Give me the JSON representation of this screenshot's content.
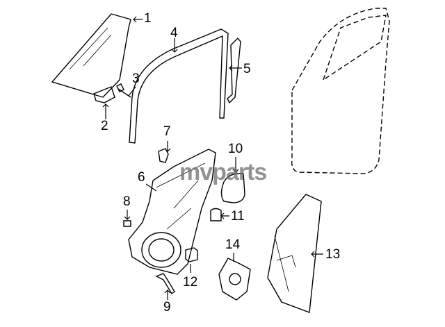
{
  "diagram": {
    "watermark": "mvparts",
    "callouts": [
      "1",
      "2",
      "3",
      "4",
      "5",
      "6",
      "7",
      "8",
      "9",
      "10",
      "11",
      "12",
      "13",
      "14"
    ],
    "line_color": "#000000"
  }
}
